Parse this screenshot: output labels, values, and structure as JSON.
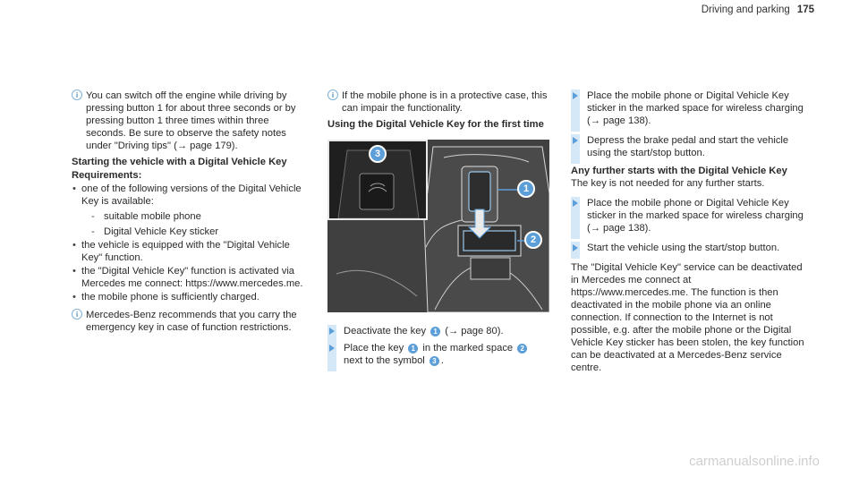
{
  "header": {
    "section": "Driving and parking",
    "page": "175"
  },
  "col1": {
    "note1": "You can switch off the engine while driving by pressing button 1 for about three seconds or by pressing button 1 three times within three seconds. Be sure to observe the safety notes under \"Driving tips\" (→ page 179).",
    "heading1": "Starting the vehicle with a Digital Vehicle Key",
    "heading2": "Requirements:",
    "req1": "one of the following versions of the Digital Vehicle Key is available:",
    "sub1": "suitable mobile phone",
    "sub2": "Digital Vehicle Key sticker",
    "req2": "the vehicle is equipped with the \"Digital Vehicle Key\" function.",
    "req3": "the \"Digital Vehicle Key\" function is activated via Mercedes me connect: https://www.mercedes.me.",
    "req4": "the mobile phone is sufficiently charged.",
    "note2": "Mercedes-Benz recommends that you carry the emergency key in case of function restrictions."
  },
  "col2": {
    "note1": "If the mobile phone is in a protective case, this can impair the functionality.",
    "heading1": "Using the Digital Vehicle Key for the first time",
    "step1_pre": "Deactivate the key",
    "step1_post": "(→ page 80).",
    "step2_pre": "Place the key",
    "step2_mid": "in the marked space",
    "step2_post_pre": "next to the symbol",
    "step2_post_end": "."
  },
  "col3": {
    "step1": "Place the mobile phone or Digital Vehicle Key sticker in the marked space for wireless charging (→ page 138).",
    "step2": "Depress the brake pedal and start the vehicle using the start/stop button.",
    "heading1": "Any further starts with the Digital Vehicle Key",
    "para1": "The key is not needed for any further starts.",
    "step3": "Place the mobile phone or Digital Vehicle Key sticker in the marked space for wireless charging (→ page 138).",
    "step4": "Start the vehicle using the start/stop button.",
    "para2": "The \"Digital Vehicle Key\" service can be deactivated in Mercedes me connect at https://www.mercedes.me. The function is then deactivated in the mobile phone via an online connection. If connection to the Internet is not possible, e.g. after the mobile phone or the Digital Vehicle Key sticker has been stolen, the key function can be deactivated at a Mercedes-Benz service centre."
  },
  "badges": {
    "one": "1",
    "two": "2",
    "three": "3"
  },
  "note_icon": "i",
  "watermark": "carmanualsonline.info"
}
